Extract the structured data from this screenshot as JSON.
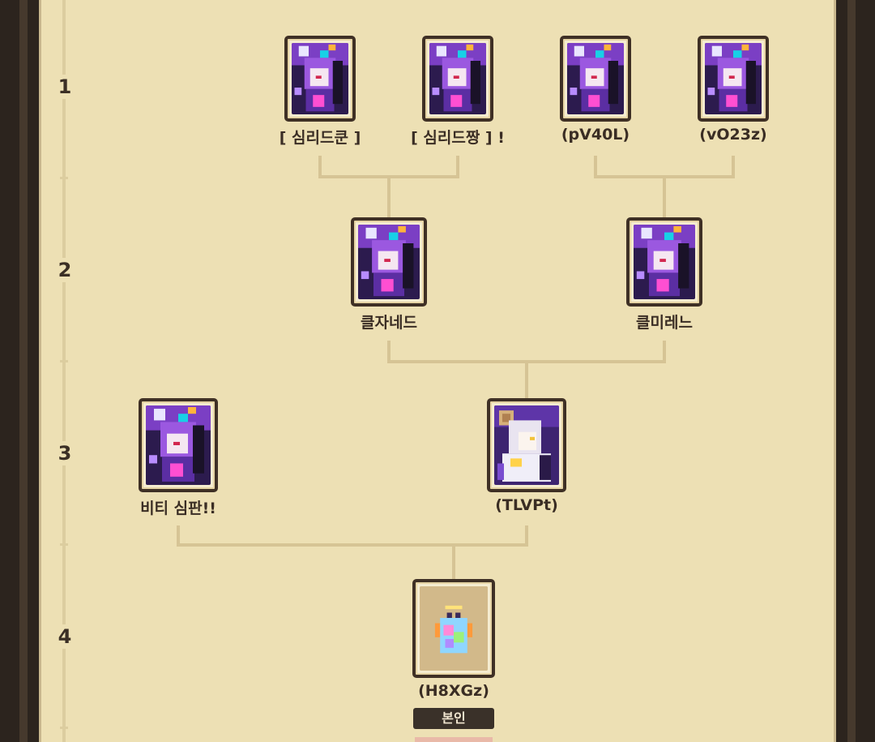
{
  "generations": [
    "1",
    "2",
    "3",
    "4"
  ],
  "tree": {
    "gen1": [
      {
        "name": "[ 심리드쿤 ]",
        "portrait": "purple-dragon-girl"
      },
      {
        "name": "[ 심리드짱 ] !",
        "portrait": "purple-dragon-girl"
      },
      {
        "name": "(pV40L)",
        "portrait": "purple-dragon-girl"
      },
      {
        "name": "(vO23z)",
        "portrait": "purple-dragon-girl"
      }
    ],
    "gen2": [
      {
        "name": "클자네드",
        "portrait": "purple-dragon-girl"
      },
      {
        "name": "클미레느",
        "portrait": "purple-dragon-girl"
      }
    ],
    "gen3": [
      {
        "name": "비티 심판!!",
        "portrait": "purple-dragon-girl"
      },
      {
        "name": "(TLVPt)",
        "portrait": "ram-horn-girl"
      }
    ],
    "gen4": [
      {
        "name": "(H8XGz)",
        "portrait": "rainbow-egg-creature"
      }
    ]
  },
  "self_badge": "본인",
  "colors": {
    "panel": "#ede0b4",
    "frame": "#2c241e",
    "connector": "#d6c495",
    "card_border": "#3f3025",
    "badge_bg": "#3a3129"
  }
}
